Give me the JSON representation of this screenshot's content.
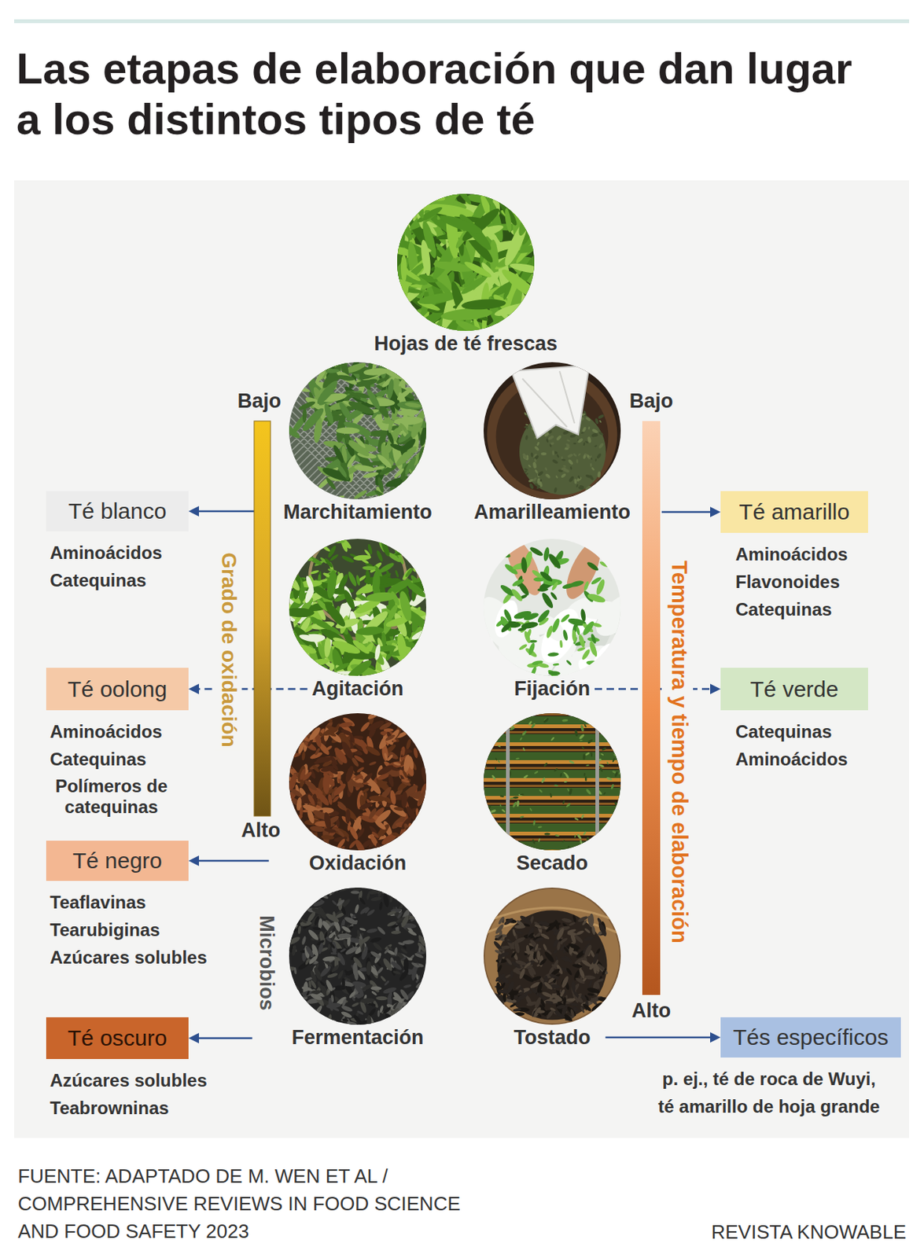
{
  "diagram": {
    "title": "Las etapas de elaboración que dan lugar a los distintos tipos de té",
    "caption": "FUENTE: ADAPTADO DE M. WEN ET AL / COMPREHENSIVE REVIEWS IN FOOD SCIENCE AND FOOD SAFETY 2023",
    "nodes": [
      {
        "text": [
          "Hojas de té frescas"
        ]
      },
      {
        "text": [
          "Marchitamiento"
        ]
      },
      {
        "text": [
          "Amarilleamiento"
        ]
      },
      {
        "text": [
          "Té blanco",
          "Aminoácidos",
          "Catequinas"
        ]
      },
      {
        "text": [
          "Té amarillo",
          "Aminoácidos",
          "Flavonoides",
          "Catequinas"
        ]
      },
      {
        "text": [
          "Agitación"
        ]
      },
      {
        "text": [
          "Fijación"
        ]
      },
      {
        "text": [
          "Té oolong",
          "Aminoácidos",
          "Catequinas",
          "Polímeros de catequinas"
        ]
      },
      {
        "text": [
          "Té verde",
          "Catequinas",
          "Aminoácidos"
        ]
      },
      {
        "text": [
          "Oxidación"
        ]
      },
      {
        "text": [
          "Secado"
        ]
      },
      {
        "text": [
          "Té negro",
          "Teaflavinas",
          "Tearubiginas",
          "Azúcares solubles"
        ]
      },
      {
        "text": [
          "Fermentación"
        ]
      },
      {
        "text": [
          "Tostado"
        ]
      },
      {
        "text": [
          "Té oscuro",
          "Azúcares solubles",
          "Teabrowninas"
        ]
      },
      {
        "text": [
          "Tés específicos",
          "p. ej., té de roca de Wuyi, té amarillo de hoja grande"
        ]
      }
    ],
    "edges": [
      {
        "from": 1,
        "to": 3,
        "arrow": "to"
      },
      {
        "from": 2,
        "to": 4,
        "arrow": "to"
      },
      {
        "from": 5,
        "to": 7,
        "arrow": "to"
      },
      {
        "from": 6,
        "to": 8,
        "arrow": "to"
      },
      {
        "from": 9,
        "to": 11,
        "arrow": "to"
      },
      {
        "from": 12,
        "to": 14,
        "arrow": "to"
      },
      {
        "from": 13,
        "to": 15,
        "arrow": "to"
      }
    ],
    "labels": [
      "Bajo",
      "Alto",
      "Grado de oxidación",
      "Bajo",
      "Alto",
      "Temperatura y tiempo de elaboración",
      "Microbios",
      "REVISTA KNOWABLE"
    ]
  }
}
